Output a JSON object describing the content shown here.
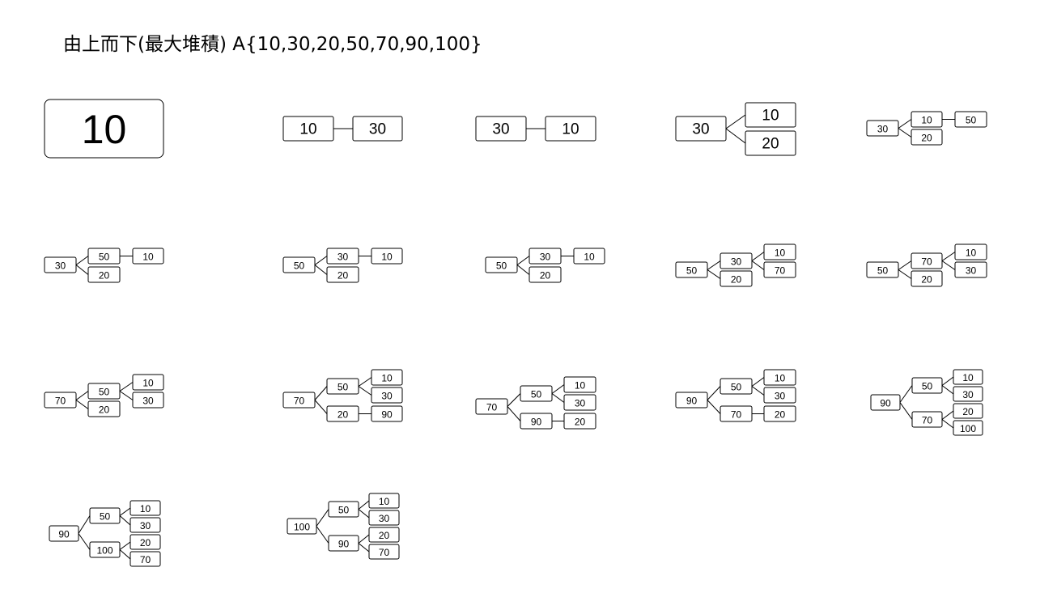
{
  "title": "由上而下(最大堆積) A{10,30,20,50,70,90,100}",
  "steps": [
    {
      "nodes": [
        "10"
      ]
    },
    {
      "nodes": [
        "10",
        "30"
      ]
    },
    {
      "nodes": [
        "30",
        "10"
      ]
    },
    {
      "nodes": [
        "30",
        "10",
        "20"
      ]
    },
    {
      "nodes": [
        "30",
        "10",
        "20",
        "50"
      ]
    },
    {
      "nodes": [
        "30",
        "50",
        "20",
        "10"
      ]
    },
    {
      "nodes": [
        "50",
        "30",
        "20",
        "10"
      ]
    },
    {
      "nodes": [
        "50",
        "30",
        "20",
        "10"
      ]
    },
    {
      "nodes": [
        "50",
        "30",
        "20",
        "10",
        "70"
      ]
    },
    {
      "nodes": [
        "50",
        "70",
        "20",
        "10",
        "30"
      ]
    },
    {
      "nodes": [
        "70",
        "50",
        "20",
        "10",
        "30"
      ]
    },
    {
      "nodes": [
        "70",
        "50",
        "20",
        "10",
        "30",
        "90"
      ]
    },
    {
      "nodes": [
        "70",
        "50",
        "90",
        "10",
        "30",
        "20"
      ]
    },
    {
      "nodes": [
        "90",
        "50",
        "70",
        "10",
        "30",
        "20"
      ]
    },
    {
      "nodes": [
        "90",
        "50",
        "70",
        "10",
        "30",
        "20",
        "100"
      ]
    },
    {
      "nodes": [
        "90",
        "50",
        "100",
        "10",
        "30",
        "20",
        "70"
      ]
    },
    {
      "nodes": [
        "100",
        "50",
        "90",
        "10",
        "30",
        "20",
        "70"
      ]
    }
  ]
}
